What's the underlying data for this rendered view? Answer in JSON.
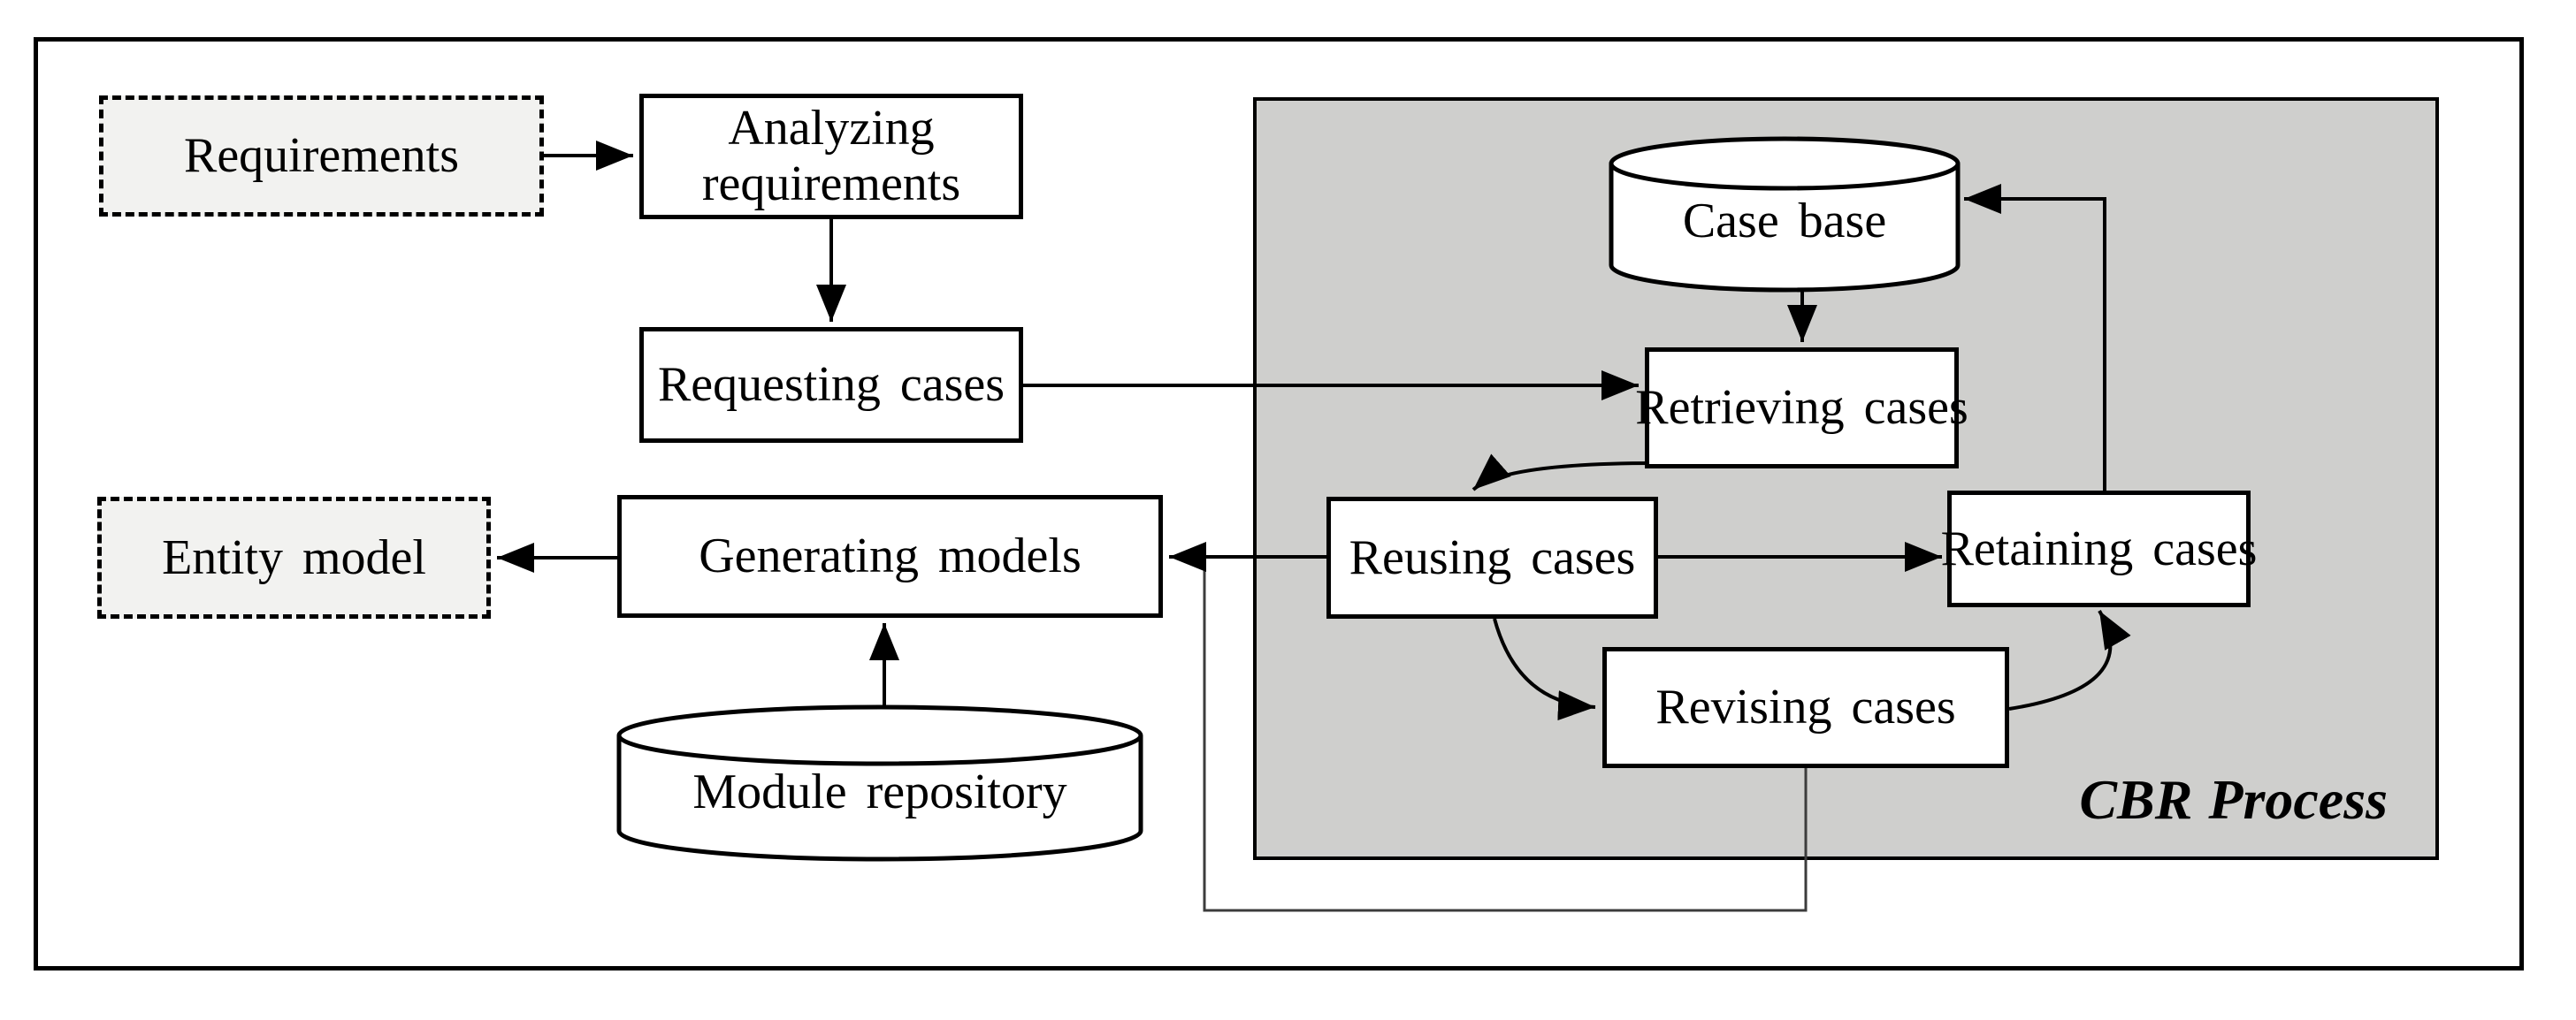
{
  "diagram": {
    "nodes": {
      "requirements": {
        "label": "Requirements",
        "shape": "dashed-box"
      },
      "analyzing": {
        "label": "Analyzing requirements",
        "shape": "box"
      },
      "requesting": {
        "label": "Requesting cases",
        "shape": "box"
      },
      "entity_model": {
        "label": "Entity model",
        "shape": "dashed-box"
      },
      "generating": {
        "label": "Generating models",
        "shape": "box"
      },
      "module_repo": {
        "label": "Module repository",
        "shape": "cylinder"
      },
      "case_base": {
        "label": "Case base",
        "shape": "cylinder"
      },
      "retrieving": {
        "label": "Retrieving cases",
        "shape": "box"
      },
      "reusing": {
        "label": "Reusing cases",
        "shape": "box"
      },
      "retaining": {
        "label": "Retaining cases",
        "shape": "box"
      },
      "revising": {
        "label": "Revising cases",
        "shape": "box"
      }
    },
    "region": {
      "label": "CBR Process"
    },
    "edges": [
      {
        "from": "requirements",
        "to": "analyzing",
        "style": "solid-arrow"
      },
      {
        "from": "analyzing",
        "to": "requesting",
        "style": "solid-arrow"
      },
      {
        "from": "requesting",
        "to": "retrieving",
        "style": "solid-arrow"
      },
      {
        "from": "case_base",
        "to": "retrieving",
        "style": "solid-arrow"
      },
      {
        "from": "retrieving",
        "to": "reusing",
        "style": "curved-arrow"
      },
      {
        "from": "reusing",
        "to": "retaining",
        "style": "solid-arrow"
      },
      {
        "from": "reusing",
        "to": "revising",
        "style": "curved-arrow"
      },
      {
        "from": "revising",
        "to": "retaining",
        "style": "curved-arrow"
      },
      {
        "from": "retaining",
        "to": "case_base",
        "style": "elbow-arrow"
      },
      {
        "from": "reusing",
        "to": "generating",
        "style": "solid-arrow"
      },
      {
        "from": "revising",
        "to": "generating",
        "style": "thin-elbow-feedback"
      },
      {
        "from": "generating",
        "to": "entity_model",
        "style": "solid-arrow"
      },
      {
        "from": "module_repo",
        "to": "generating",
        "style": "solid-arrow"
      }
    ],
    "colors": {
      "region_fill": "#cfcfcd",
      "dashed_fill": "#f2f2f0",
      "line": "#000000",
      "feedback_line": "#3c3c3c"
    }
  }
}
